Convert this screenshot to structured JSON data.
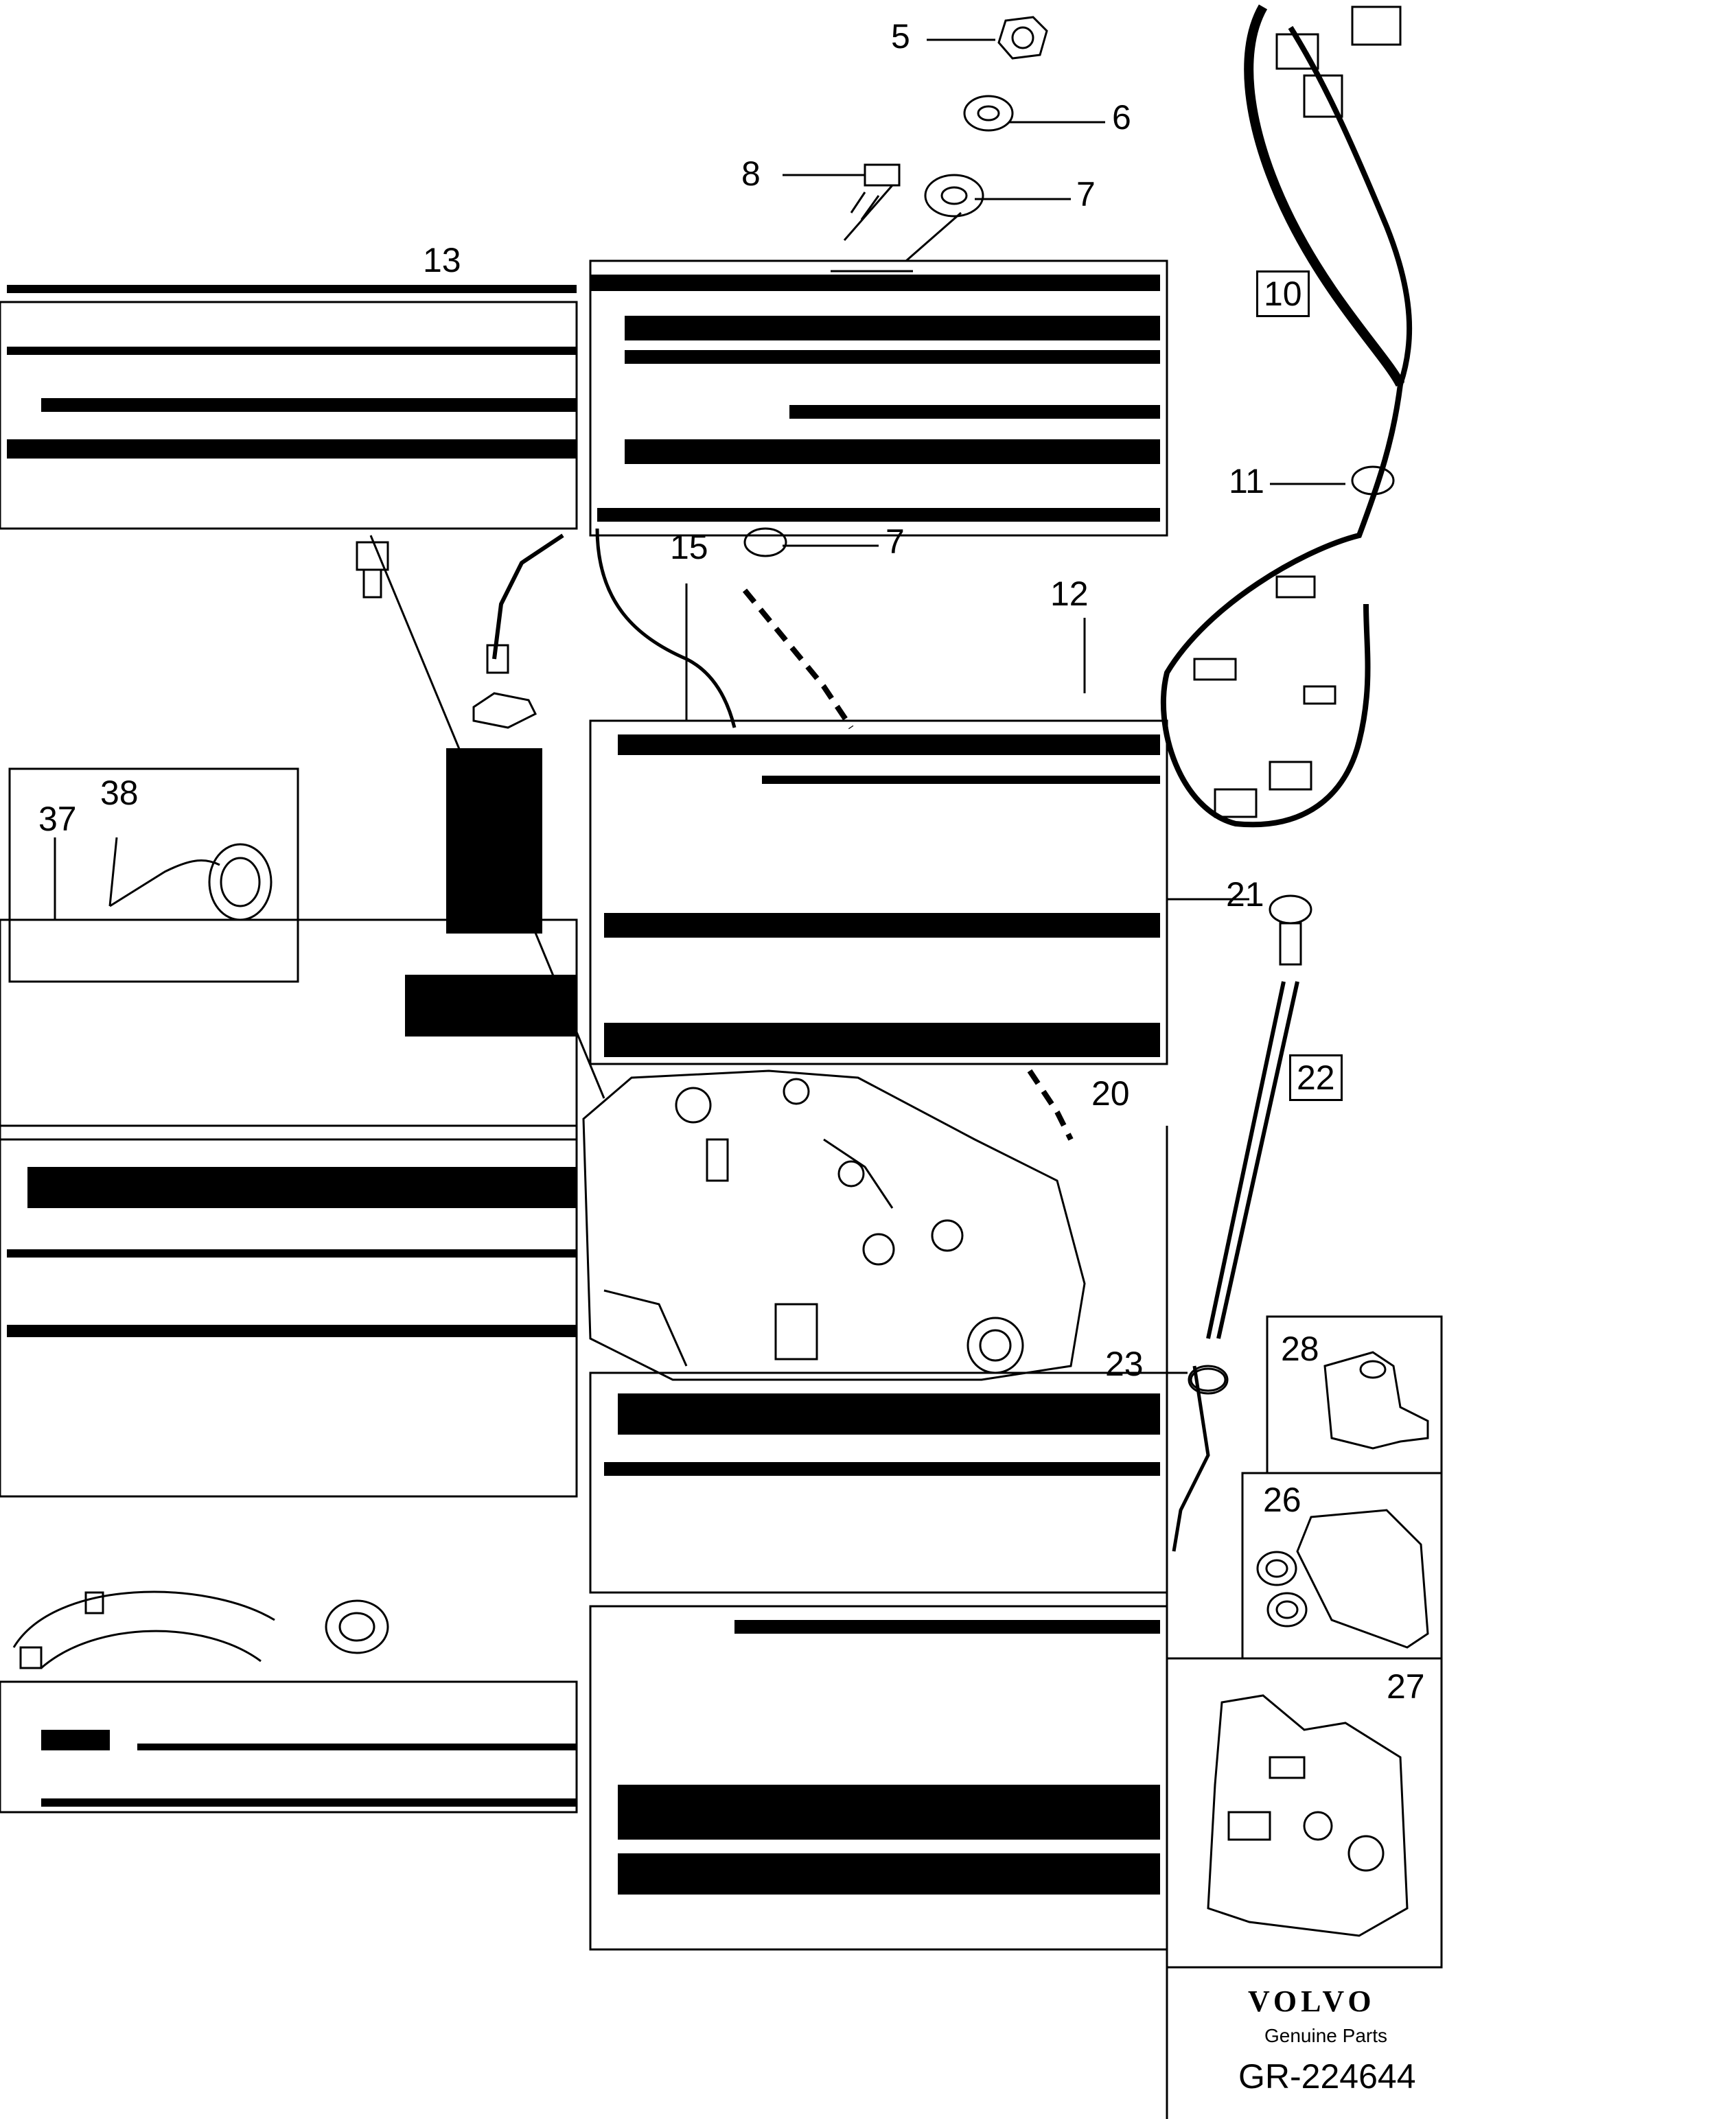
{
  "callouts": {
    "c5": "5",
    "c6": "6",
    "c7a": "7",
    "c8": "8",
    "c10": "10",
    "c11": "11",
    "c12": "12",
    "c13": "13",
    "c15": "15",
    "c7b": "7",
    "c37": "37",
    "c38": "38",
    "c21": "21",
    "c20": "20",
    "c22": "22",
    "c23": "23",
    "c28": "28",
    "c26": "26",
    "c27": "27"
  },
  "brand": {
    "logo": "VOLVO",
    "tagline": "Genuine Parts",
    "reference": "GR-224644"
  }
}
